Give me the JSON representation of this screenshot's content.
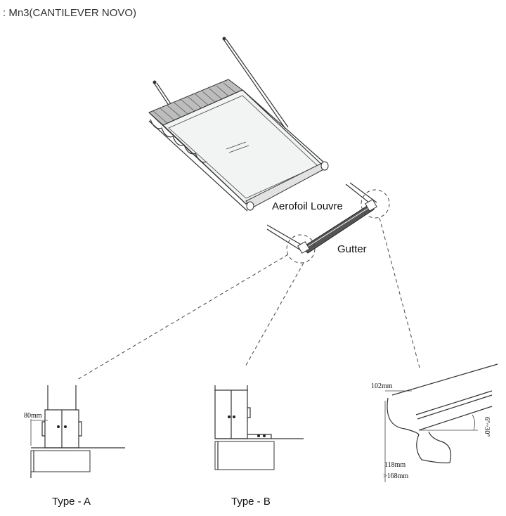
{
  "page": {
    "title": ": Mn3(CANTILEVER NOVO)"
  },
  "callouts": {
    "aerofoil": "Aerofoil Louvre",
    "gutter": "Gutter"
  },
  "details": {
    "type_a": {
      "label": "Type - A",
      "dimension": "80mm"
    },
    "type_b": {
      "label": "Type - B"
    },
    "profile": {
      "width_dim": "102mm",
      "height_dim_1": "118mm",
      "height_dim_2": ">168mm",
      "angle_dim": "6°~30°"
    }
  },
  "colors": {
    "line": "#333333",
    "background": "#ffffff",
    "glass": "#f2f4f4",
    "louvre": "#bdbdbd"
  }
}
